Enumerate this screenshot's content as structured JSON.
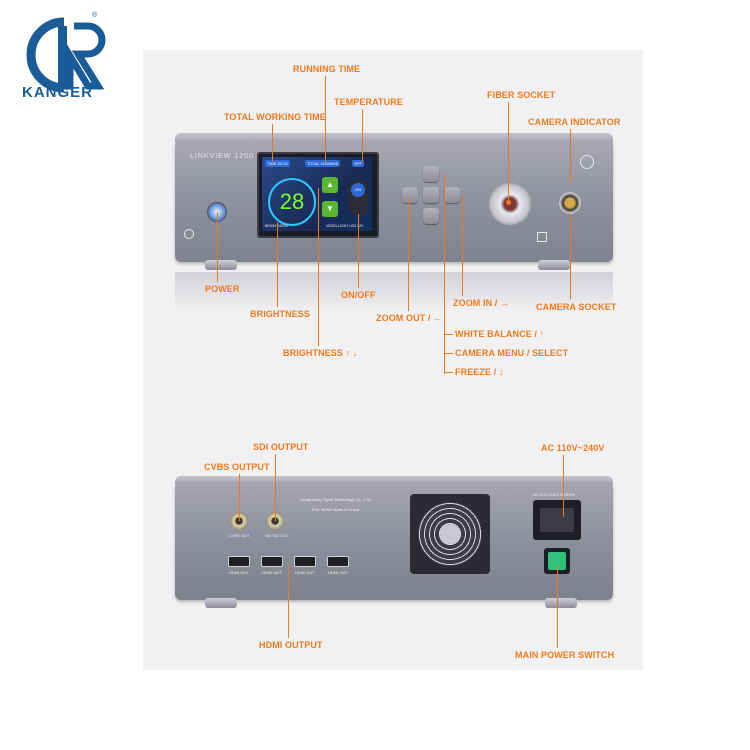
{
  "brand": {
    "name": "KANGER",
    "registered": "®",
    "color": "#1a5c98"
  },
  "device": {
    "model": "LINKVIEW 1200",
    "screen": {
      "number": "28",
      "chips": [
        "TIME 02:19",
        "TOTAL 2H30M05",
        "OFF"
      ],
      "bottom_left": "BRIGHTNESS",
      "bottom_right": "VIDEO-LIGHT LED 12V"
    },
    "on_label": "ON",
    "back_printed": {
      "line1": "Designed by Tyrus Technology Co., LTD",
      "line2": "P/N: 30300  Made in China",
      "cvbs": "CVBS OUT",
      "sdi": "HD-SDI OUT",
      "hdmi": [
        "HDMI OUT",
        "HDMI OUT",
        "HDMI OUT",
        "HDMI OUT"
      ],
      "ac_rating": "AC 110V-240V 50/60Hz"
    }
  },
  "labels": {
    "running_time": "RUNNING TIME",
    "total_working_time": "TOTAL WORKING TIME",
    "temperature": "TEMPERATURE",
    "fiber_socket": "FIBER SOCKET",
    "camera_indicator": "CAMERA INDICATOR",
    "power": "POWER",
    "brightness": "BRIGHTNESS",
    "on_off": "ON/OFF",
    "zoom_in": "ZOOM IN / →",
    "camera_socket": "CAMERA SOCKET",
    "zoom_out": "ZOOM OUT / ←",
    "white_balance": "WHITE BALANCE / ↑",
    "brightness_updown": "BRIGHTNESS ↑ ↓",
    "camera_menu": "CAMERA MENU / SELECT",
    "freeze": "FREEZE / ↓",
    "sdi_output": "SDI OUTPUT",
    "cvbs_output": "CVBS OUTPUT",
    "ac": "AC 110V~240V",
    "hdmi_output": "HDMI OUTPUT",
    "main_power_switch": "MAIN POWER SWITCH"
  },
  "colors": {
    "label": "#ef7a1c",
    "panel": "#8e8f9c",
    "screen_number": "#7aff2b",
    "switch": "#2ec27a"
  }
}
